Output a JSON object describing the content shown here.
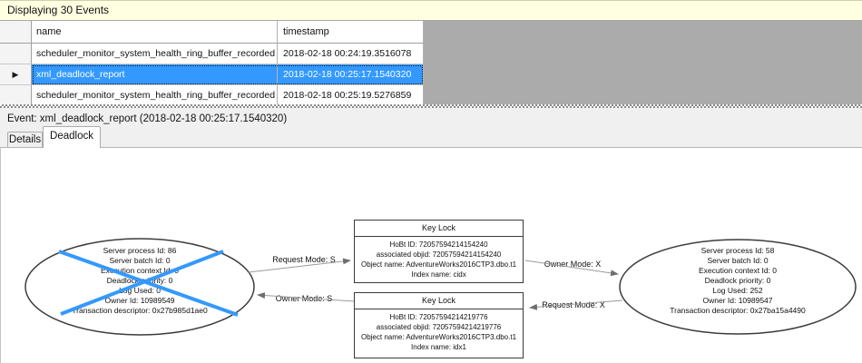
{
  "header": {
    "title": "Displaying 30 Events"
  },
  "events_table": {
    "columns": [
      "name",
      "timestamp"
    ],
    "selection_arrow": "▶",
    "rows": [
      {
        "name": "scheduler_monitor_system_health_ring_buffer_recorded",
        "timestamp": "2018-02-18 00:24:19.3516078",
        "selected": false
      },
      {
        "name": "xml_deadlock_report",
        "timestamp": "2018-02-18 00:25:17.1540320",
        "selected": true
      },
      {
        "name": "scheduler_monitor_system_health_ring_buffer_recorded",
        "timestamp": "2018-02-18 00:25:19.5276859",
        "selected": false
      }
    ]
  },
  "event_bar": {
    "label": "Event: xml_deadlock_report (2018-02-18 00:25:17.1540320)"
  },
  "tabs": [
    {
      "label": "Details",
      "active": false
    },
    {
      "label": "Deadlock",
      "active": true
    }
  ],
  "deadlock_graph": {
    "process_left": {
      "victim": true,
      "lines": [
        "Server process Id: 86",
        "Server batch Id: 0",
        "Execution context Id: 0",
        "Deadlock priority: 0",
        "Log Used: 0",
        "Owner Id: 10989549",
        "Transaction descriptor: 0x27b985d1ae0"
      ]
    },
    "process_right": {
      "victim": false,
      "lines": [
        "Server process Id: 58",
        "Server batch Id: 0",
        "Execution context Id: 0",
        "Deadlock priority: 0",
        "Log Used: 252",
        "Owner Id: 10989547",
        "Transaction descriptor: 0x27ba15a4490"
      ]
    },
    "resource_top": {
      "title": "Key Lock",
      "lines": [
        "HoBt ID: 72057594214154240",
        "associated objid: 72057594214154240",
        "Object name: AdventureWorks2016CTP3.dbo.t1",
        "Index name: cidx"
      ]
    },
    "resource_bottom": {
      "title": "Key Lock",
      "lines": [
        "HoBt ID: 72057594214219776",
        "associated objid: 72057594214219776",
        "Object name: AdventureWorks2016CTP3.dbo.t1",
        "Index name: idx1"
      ]
    },
    "edges": [
      {
        "label": "Request Mode: S"
      },
      {
        "label": "Owner Mode: S"
      },
      {
        "label": "Owner Mode: X"
      },
      {
        "label": "Request Mode: X"
      }
    ],
    "colors": {
      "selection_blue": "#3399FF",
      "victim_cross_blue": "#3399FF",
      "header_band_yellow": "#FFFFE1",
      "grid_empty_gray": "#ABABAB"
    }
  }
}
